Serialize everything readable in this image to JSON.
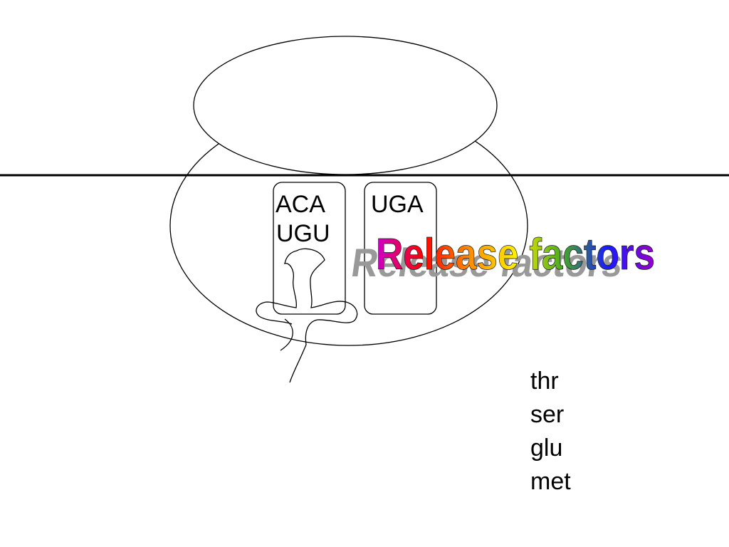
{
  "p_site": {
    "anticodon": "ACA",
    "codon": "UGU"
  },
  "a_site": {
    "codon": "UGA"
  },
  "wordart": {
    "text": "Release factors",
    "gradient_colors": [
      "#cc00cc",
      "#ff0000",
      "#ff8800",
      "#ffee00",
      "#44aa22",
      "#1a1aff",
      "#9900cc"
    ],
    "shadow_color": "#999999"
  },
  "amino_acids": [
    "thr",
    "ser",
    "glu",
    "met"
  ]
}
